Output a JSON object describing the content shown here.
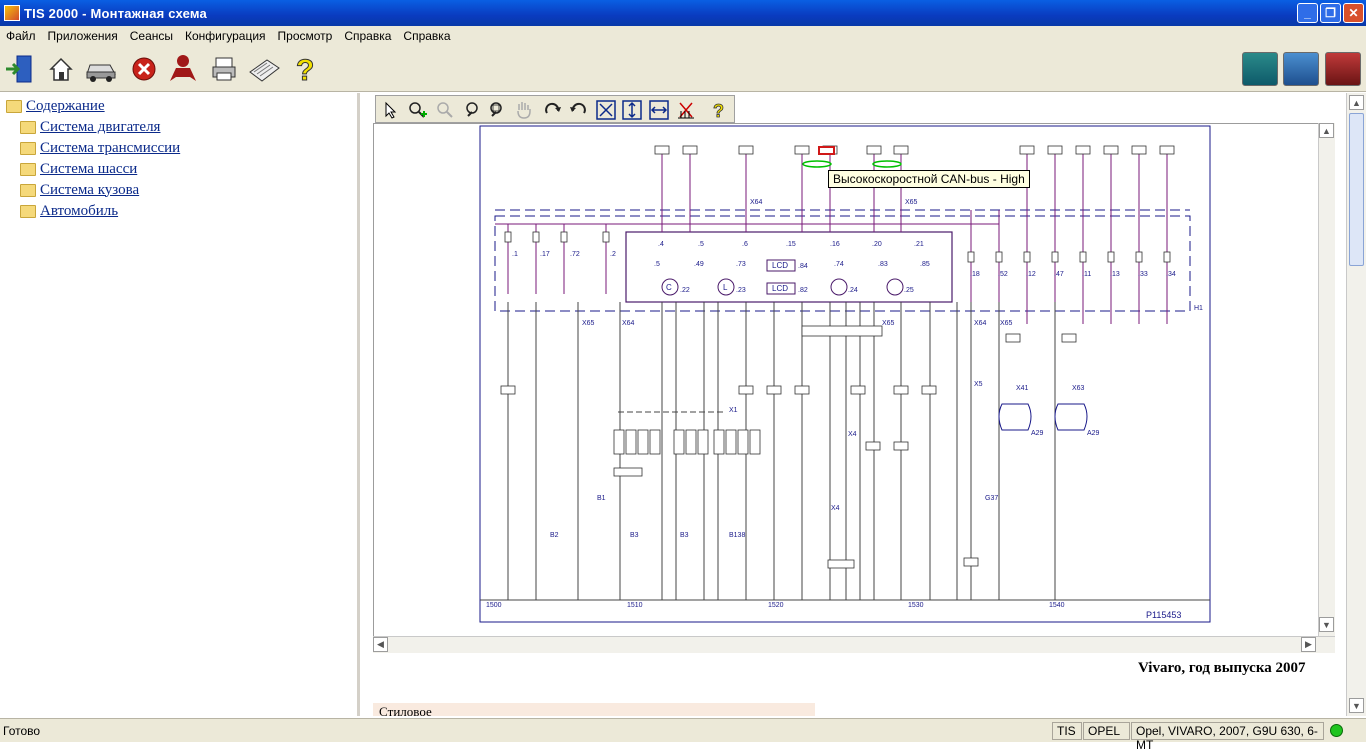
{
  "window": {
    "title": "TIS 2000 - Монтажная схема"
  },
  "menu": [
    "Файл",
    "Приложения",
    "Сеансы",
    "Конфигурация",
    "Просмотр",
    "Справка",
    "Справка"
  ],
  "tree": {
    "root": "Содержание",
    "items": [
      "Система двигателя",
      "Система трансмиссии",
      "Система шасси",
      "Система кузова",
      "Автомобиль"
    ]
  },
  "diagram": {
    "tooltip": "Высокоскоростной CAN-bus - High",
    "ref": "P115453",
    "bus_labels": [
      "1500",
      "1510",
      "1520",
      "1530",
      "1540"
    ],
    "connectors": [
      "X64",
      "X65",
      "X65",
      "X65",
      "X64",
      "X65",
      "X64",
      "X1",
      "X5",
      "X4",
      "X4",
      "X41",
      "X63"
    ],
    "components": [
      "B1",
      "B2",
      "B3",
      "B3",
      "B138",
      "G37",
      "A29",
      "A29",
      "H1"
    ],
    "module_labels": [
      "C",
      "L",
      "LCD",
      "LCD"
    ],
    "indicator_nums": [
      ".4",
      ".5",
      ".6",
      ".15",
      ".16",
      ".20",
      ".21",
      ".5",
      ".49",
      ".73",
      ".84",
      ".74",
      ".83",
      ".85",
      ".22",
      ".23",
      ".82",
      ".24",
      ".25",
      ".18",
      ".52",
      ".12",
      ".47",
      ".11",
      ".13",
      ".33",
      ".34",
      ".1",
      ".17",
      ".72",
      ".2"
    ]
  },
  "caption": "Vivaro, год выпуска 2007",
  "subtitle": "Cтиловое",
  "status": {
    "left": "Готово",
    "cells": [
      "TIS",
      "OPEL",
      "Opel, VIVARO, 2007, G9U 630, 6-MT"
    ]
  }
}
